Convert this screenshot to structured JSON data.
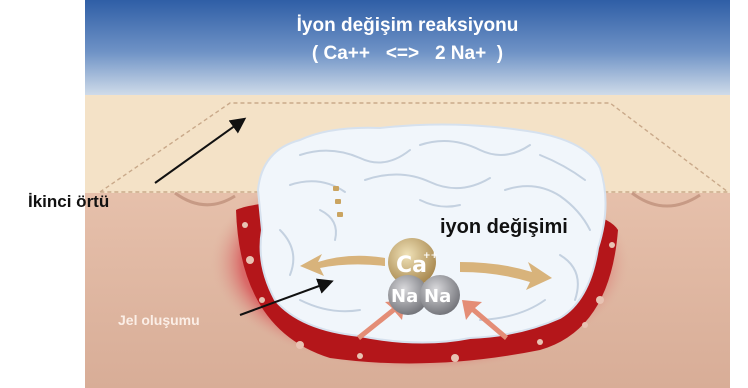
{
  "header": {
    "title": "İyon değişim reaksiyonu",
    "subtitle": "( Ca++   <=>   2 Na+  )"
  },
  "labels": {
    "second_cover": "İkinci örtü",
    "ion_exchange": "iyon değişimi",
    "gel_formation": "Jel oluşumu"
  },
  "ions": {
    "calcium": "Ca",
    "calcium_charge": "++",
    "sodium_left": "Na",
    "sodium_right": "Na"
  },
  "colors": {
    "sky_top": "#2f5ea6",
    "sky_bottom": "#cfdbe9",
    "dressing": "#f4e2c7",
    "skin": "#ddb39f",
    "wound_red": "#b4161a",
    "gel_white": "#f1f6fb",
    "arrow_tan": "#d8b37b"
  }
}
